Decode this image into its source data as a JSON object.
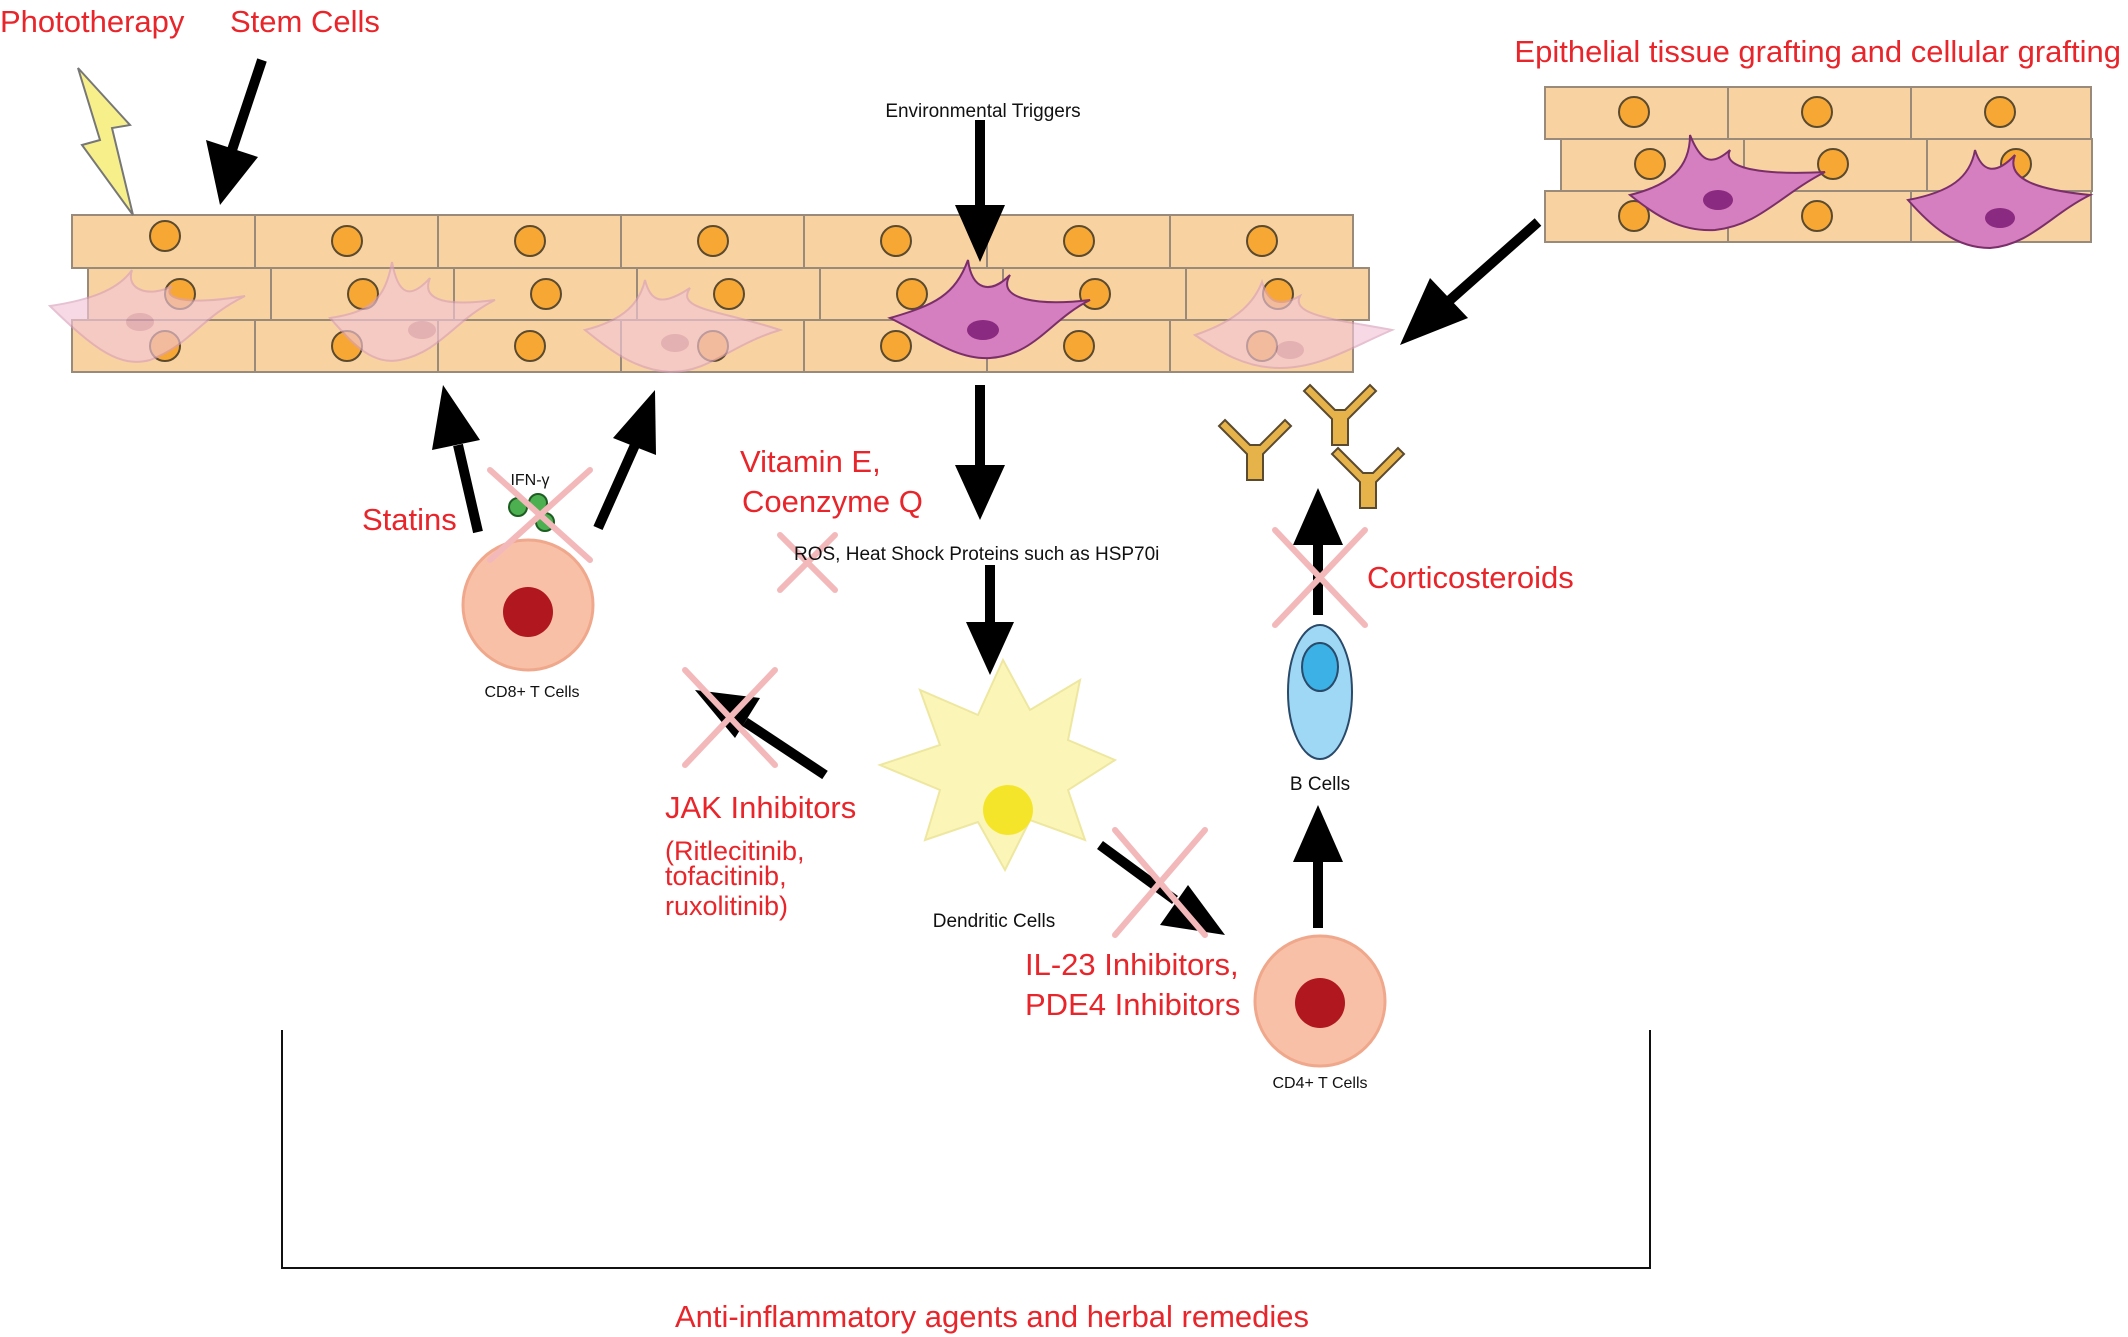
{
  "labels": {
    "phototherapy": "Phototherapy",
    "stem_cells": "Stem Cells",
    "environmental_triggers": "Environmental Triggers",
    "grafting": "Epithelial tissue grafting and cellular grafting",
    "statins": "Statins",
    "ifn_gamma": "IFN-γ",
    "cd8_t_cells": "CD8+ T Cells",
    "vitamin_e": "Vitamin E,",
    "coenzyme_q": "Coenzyme Q",
    "ros_hsp": "ROS, Heat Shock Proteins such as HSP70i",
    "corticosteroids": "Corticosteroids",
    "b_cells": "B Cells",
    "jak_inhibitors": "JAK Inhibitors",
    "jak_line1": "(Ritlecitinib,",
    "jak_line2": "tofacitinib,",
    "jak_line3": "ruxolitinib)",
    "dendritic_cells": "Dendritic Cells",
    "il23_inhibitors": "IL-23 Inhibitors,",
    "pde4_inhibitors": "PDE4 Inhibitors",
    "cd4_t_cells": "CD4+ T Cells",
    "anti_inflammatory": "Anti-inflammatory agents and herbal remedies"
  },
  "colors": {
    "therapy_text": "#e8252a",
    "skin_cell": "#f8d2a0",
    "melanocyte_active": "#d67fc0",
    "melanocyte_faded": "#f2c6d6",
    "t_cell": "#f9c0a8",
    "t_cell_nucleus": "#b0171f",
    "b_cell": "#9fd8f5",
    "dendritic_cell": "#fbf6b8",
    "inhibition_cross": "#f3b8ba"
  }
}
